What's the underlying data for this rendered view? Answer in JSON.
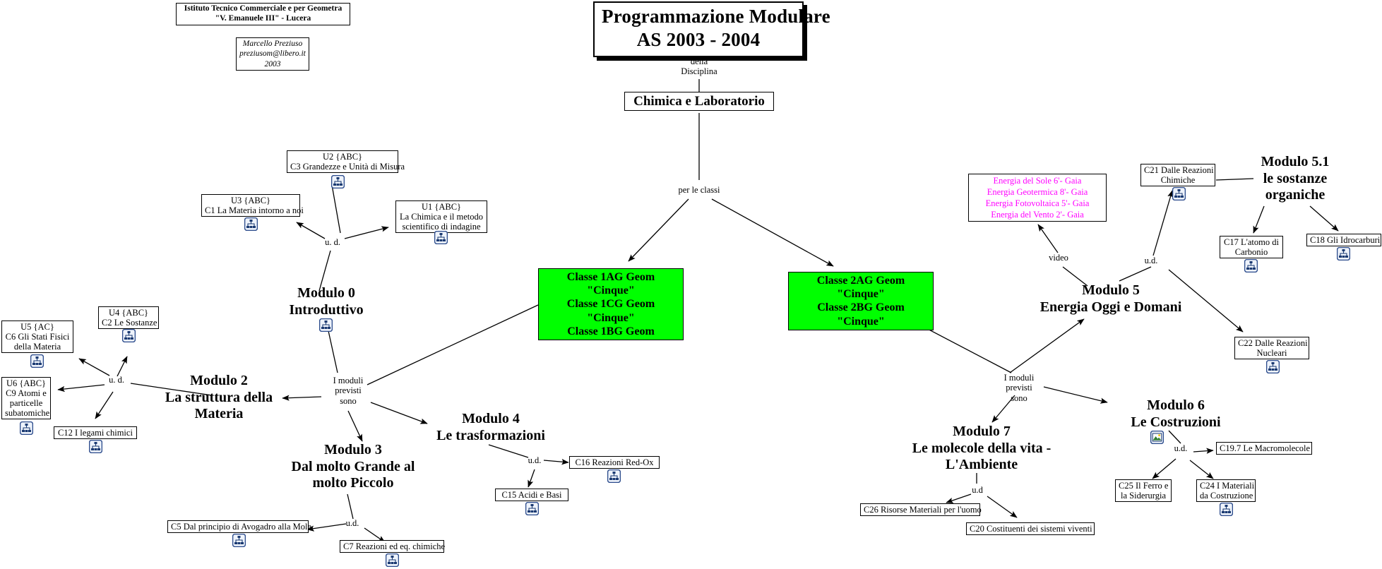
{
  "meta": {
    "header_school": "Istituto Tecnico Commerciale e per Geometra\n\"V. Emanuele III\" - Lucera",
    "header_school_line1": "Istituto Tecnico Commerciale e per Geometra",
    "header_school_line2": "\"V. Emanuele III\" - Lucera",
    "author_name": "Marcello Preziuso",
    "author_email": "preziusom@libero.it",
    "author_year": "2003"
  },
  "title": {
    "line1": "Programmazione Modulare",
    "line2": "AS 2003 - 2004"
  },
  "discipline": {
    "connector_line1": "della",
    "connector_line2": "Disciplina",
    "label": "Chimica e Laboratorio"
  },
  "classes": {
    "connector": "per le classi",
    "group_left": {
      "line1": "Classe 1AG Geom \"Cinque\"",
      "line2": "Classe 1CG Geom \"Cinque\"",
      "line3": "Classe 1BG Geom",
      "color": "#00ff00"
    },
    "group_right": {
      "line1": "Classe 2AG Geom \"Cinque\"",
      "line2": "Classe 2BG Geom \"Cinque\"",
      "color": "#00ff00"
    }
  },
  "connectors": {
    "moduli_left_line1": "I moduli",
    "moduli_left_line2": "previsti",
    "moduli_left_line3": "sono",
    "moduli_right_line1": "I moduli",
    "moduli_right_line2": "previsti",
    "moduli_right_line3": "sono",
    "ud_m0": "u. d.",
    "ud_m2": "u. d.",
    "ud_m3": "u.d.",
    "ud_m4": "u.d.",
    "ud_m5": "u.d.",
    "ud_m6": "u.d.",
    "ud_m7": "u.d",
    "video": "video"
  },
  "modules": {
    "m0": {
      "line1": "Modulo 0",
      "line2": "Introduttivo"
    },
    "m2": {
      "line1": "Modulo 2",
      "line2": "La struttura della",
      "line3": "Materia"
    },
    "m3": {
      "line1": "Modulo 3",
      "line2": "Dal molto Grande al",
      "line3": "molto Piccolo"
    },
    "m4": {
      "line1": "Modulo 4",
      "line2": "Le trasformazioni"
    },
    "m5": {
      "line1": "Modulo 5",
      "line2": "Energia Oggi e Domani"
    },
    "m51": {
      "line1": "Modulo 5.1",
      "line2": "le sostanze",
      "line3": "organiche"
    },
    "m6": {
      "line1": "Modulo 6",
      "line2": "Le Costruzioni"
    },
    "m7": {
      "line1": "Modulo 7",
      "line2": "Le molecole della vita -",
      "line3": "L'Ambiente"
    }
  },
  "units": {
    "u1": {
      "line1": "U1 {ABC}",
      "line2": "La Chimica e il metodo",
      "line3": "scientifico di indagine",
      "icon": "hierarchy-icon"
    },
    "u2": {
      "line1": "U2 {ABC}",
      "line2": "C3 Grandezze e Unità di Misura",
      "icon": "hierarchy-icon"
    },
    "u3": {
      "line1": "U3 {ABC}",
      "line2": "C1 La Materia intorno a noi",
      "icon": "hierarchy-icon"
    },
    "u4": {
      "line1": "U4 {ABC}",
      "line2": "C2 Le Sostanze",
      "icon": "hierarchy-icon"
    },
    "u5": {
      "line1": "U5 {AC}",
      "line2": "C6 Gli Stati Fisici",
      "line3": "della Materia",
      "icon": "hierarchy-icon"
    },
    "u6": {
      "line1": "U6 {ABC}",
      "line2": "C9 Atomi e",
      "line3": "particelle",
      "line4": "subatomiche",
      "icon": "hierarchy-icon"
    },
    "c12": {
      "line1": "C12 I legami chimici",
      "icon": "hierarchy-icon"
    },
    "c5": {
      "line1": "C5 Dal principio di Avogadro alla Mole",
      "icon": "hierarchy-icon"
    },
    "c7": {
      "line1": "C7 Reazioni ed eq. chimiche",
      "icon": "hierarchy-icon"
    },
    "c15": {
      "line1": "C15 Acidi e Basi",
      "icon": "hierarchy-icon"
    },
    "c16": {
      "line1": "C16 Reazioni Red-Ox",
      "icon": "hierarchy-icon"
    },
    "c21": {
      "line1": "C21 Dalle Reazioni",
      "line2": "Chimiche",
      "icon": "hierarchy-icon"
    },
    "c22": {
      "line1": "C22 Dalle Reazioni",
      "line2": "Nucleari",
      "icon": "hierarchy-icon"
    },
    "c17": {
      "line1": "C17 L'atomo di",
      "line2": "Carbonio",
      "icon": "hierarchy-icon"
    },
    "c18": {
      "line1": "C18 Gli Idrocarburi",
      "icon": "hierarchy-icon"
    },
    "c19": {
      "line1": "C19.7 Le Macromolecole",
      "icon": "none"
    },
    "c24": {
      "line1": "C24 I Materiali",
      "line2": "da Costruzione",
      "icon": "hierarchy-icon"
    },
    "c25": {
      "line1": "C25 Il Ferro e",
      "line2": "la Siderurgia",
      "icon": "none"
    },
    "c26": {
      "line1": "C26 Risorse Materiali per l'uomo",
      "icon": "none"
    },
    "c20": {
      "line1": "C20 Costituenti dei sistemi viventi",
      "icon": "none"
    }
  },
  "energy_box": {
    "line1": "Energia del Sole 6'- Gaia",
    "line2": "Energia Geotermica 8'- Gaia",
    "line3": "Energia Fotovoltaica 5'- Gaia",
    "line4": "Energia del Vento 2'- Gaia",
    "color": "#ff00ff"
  },
  "icons": {
    "hierarchy": "hierarchy-icon",
    "image": "image-icon"
  }
}
